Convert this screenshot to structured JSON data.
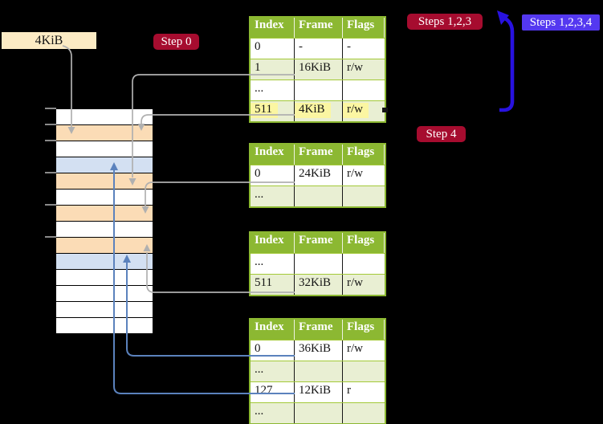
{
  "labels": {
    "page_size": "4KiB",
    "step0": "Step 0",
    "steps123": "Steps 1,2,3",
    "steps1234": "Steps 1,2,3,4",
    "step4": "Step 4"
  },
  "memory": {
    "frame_colors": [
      "white",
      "peach",
      "white",
      "blue",
      "peach",
      "white",
      "peach",
      "white",
      "peach",
      "blue",
      "white",
      "white",
      "white",
      "white"
    ],
    "frame_size_kib": 4,
    "tick_ys": [
      135,
      155,
      175,
      215,
      255,
      295
    ]
  },
  "tables": [
    {
      "id": "page-table-1",
      "headers": [
        "Index",
        "Frame",
        "Flags"
      ],
      "rows": [
        {
          "cells": [
            "0",
            "-",
            "-"
          ],
          "highlight": false
        },
        {
          "cells": [
            "1",
            "16KiB",
            "r/w"
          ],
          "highlight": false
        },
        {
          "cells": [
            "...",
            "",
            ""
          ],
          "highlight": false
        },
        {
          "cells": [
            "511",
            "4KiB",
            "r/w"
          ],
          "highlight": true
        }
      ]
    },
    {
      "id": "page-table-2",
      "headers": [
        "Index",
        "Frame",
        "Flags"
      ],
      "rows": [
        {
          "cells": [
            "0",
            "24KiB",
            "r/w"
          ],
          "highlight": false
        },
        {
          "cells": [
            "...",
            "",
            ""
          ],
          "highlight": false
        }
      ]
    },
    {
      "id": "page-table-3",
      "headers": [
        "Index",
        "Frame",
        "Flags"
      ],
      "rows": [
        {
          "cells": [
            "...",
            "",
            ""
          ],
          "highlight": false
        },
        {
          "cells": [
            "511",
            "32KiB",
            "r/w"
          ],
          "highlight": false
        }
      ]
    },
    {
      "id": "page-table-4",
      "headers": [
        "Index",
        "Frame",
        "Flags"
      ],
      "rows": [
        {
          "cells": [
            "0",
            "36KiB",
            "r/w"
          ],
          "highlight": false
        },
        {
          "cells": [
            "...",
            "",
            ""
          ],
          "highlight": false
        },
        {
          "cells": [
            "127",
            "12KiB",
            "r"
          ],
          "highlight": false
        },
        {
          "cells": [
            "...",
            "",
            ""
          ],
          "highlight": false
        }
      ]
    }
  ],
  "colors": {
    "table_header_green": "#8cb832",
    "table_row_green": "#e9efd3",
    "highlight_yellow": "#fbf6a2",
    "label_wheat": "#fcebc4",
    "frame_peach": "#fbdcb6",
    "frame_blue": "#d3e0f2",
    "badge_crimson": "#a60c2f",
    "badge_blue": "#5438f0",
    "arrow_blue": "#2812e0",
    "connector_grey": "#b0b0b0",
    "connector_blue": "#5b82bd"
  }
}
